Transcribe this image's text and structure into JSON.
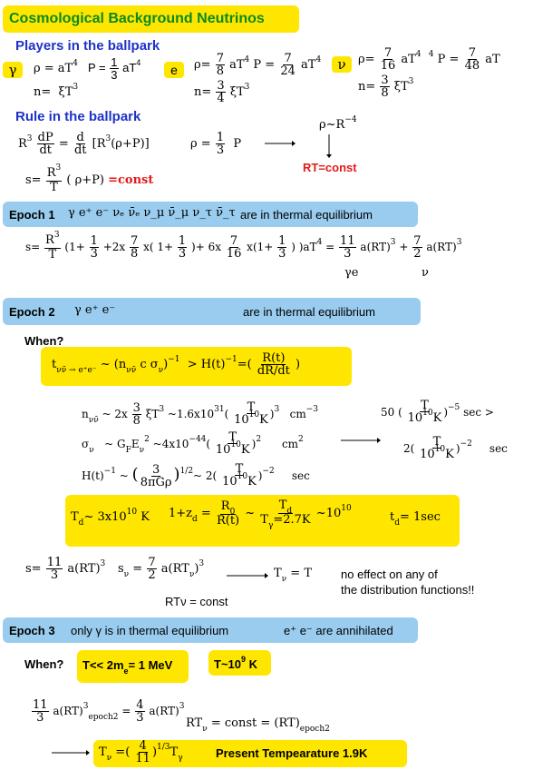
{
  "title": "Cosmological Background Neutrinos",
  "players_heading": "Players in the ballpark",
  "rule_heading": "Rule in the ballpark",
  "photon": {
    "symbol": "γ",
    "rho": "ρ = aT",
    "p": "P =",
    "frac_n": "1",
    "frac_d": "3",
    "aT": "aT",
    "n": "n=",
    "xi": "ξT"
  },
  "electron": {
    "symbol": "e",
    "rho": "ρ=",
    "rn": "7",
    "rd": "8",
    "aT": "aT",
    "p": "P =",
    "pn": "7",
    "pd": "24",
    "n": "n=",
    "nn": "3",
    "nd": "4",
    "xi": "ξT"
  },
  "neutrino": {
    "symbol": "ν",
    "rho": "ρ=",
    "rn": "7",
    "rd": "16",
    "aT": "aT",
    "p": "P =",
    "pn": "7",
    "pd": "48",
    "n": "n=",
    "nn": "3",
    "nd": "8",
    "xi": "ξT"
  },
  "rule": {
    "r3": "R",
    "dp": "dP",
    "dt": "dt",
    "eq": "=",
    "d": "d",
    "rest": "[R",
    "rest2": "(ρ+P)]",
    "rho": "ρ =",
    "one": "1",
    "three": "3",
    "p": "P",
    "rhoR": "ρ~R",
    "rtconst": "RT=const",
    "s_lhs": "s=",
    "s_n": "R",
    "s_d": "T",
    "s_rest": "( ρ+P)",
    "s_const": "=const"
  },
  "epoch1": {
    "label": "Epoch 1",
    "particles": "γ   e⁺ e⁻   νₑ ν̄ₑ   ν_μ ν̄_μ   ν_τ ν̄_τ",
    "status": "are in thermal equilibrium",
    "s_eq": "s=",
    "eq_body": "(1+",
    "eq_2": "+2x",
    "eq_3": "x( 1+",
    "eq_4": ")+ 6x",
    "eq_5": "x(1+",
    "eq_6": ") )aT",
    "eq_7": "=",
    "eq_8": "a(RT)",
    "eq_9": "+",
    "eq_10": "a(RT)",
    "ge": "γe",
    "nu": "ν"
  },
  "epoch2": {
    "label": "Epoch 2",
    "particles": "γ   e⁺ e⁻",
    "status": "are in thermal equilibrium",
    "when": "When?",
    "rate": "t",
    "rate_sub": "νν̄ → e⁺e⁻",
    "rate_eq": "~  (n",
    "rate_eq2": "c  σ",
    "rate_eq3": ")",
    "rate_gt": ">  H(t)",
    "rate_eq4": "=(",
    "rate_num": "R(t)",
    "rate_den": "dR/dt",
    "rate_close": ")",
    "n_line": "~ 2x",
    "n_3": "3",
    "n_8": "8",
    "n_xi": "ξT",
    "n_val": "~1.6x10",
    "n_T": "T",
    "n_10": "10",
    "n_K": "K",
    "n_unit": "cm",
    "n_unit_exp": "−3",
    "sigma_line": "~ G",
    "sigma_F": "F",
    "sigma_E": "E",
    "sigma_nu": "ν",
    "sigma_val": "~4x10",
    "sigma_exp": "−44",
    "sigma_unit": "cm",
    "H_line": "H(t)",
    "H_sim": "~",
    "H_3": "3",
    "H_8pg": "8πGρ",
    "H_val": "2(",
    "H_unit": "sec",
    "right_50": "50 (",
    "right_sec": "sec >",
    "right_2": "2(",
    "right_sec2": "sec",
    "td": "T",
    "td_sub": "d",
    "td_val": "~ 3x10",
    "td_K": "K",
    "zd": "1+z",
    "zd_sub": "d",
    "zd_eq": "=",
    "R0": "R",
    "Rt": "R(t)",
    "Td_n": "T",
    "Tg_d": "T",
    "Tg_val": "=2.7K",
    "tilde": "~",
    "tenten": "10",
    "tdsec": "t",
    "tdsec_val": "= 1sec",
    "s_eq": "s=",
    "s_11": "11",
    "s_3": "3",
    "s_rt": "a(RT)",
    "snu": "s",
    "snu_eq": "=",
    "snu_7": "7",
    "snu_2": "2",
    "snu_rt": "a(RT",
    "Tnu": "T",
    "Tnu_eq": "= T",
    "noeffect1": "no effect on any of",
    "noeffect2": "the distribution functions!!",
    "rtconst": "RTν = const"
  },
  "epoch3": {
    "label": "Epoch 3",
    "status1": "only γ  is in thermal equilibrium",
    "status2": "e⁺ e⁻ are annihilated",
    "when": "When?",
    "cond1": "T<< 2m",
    "cond1_sub": "e",
    "cond1_val": "= 1 MeV",
    "cond2": "T~10",
    "cond2_exp": "9",
    "cond2_val": " K",
    "eq_11": "11",
    "eq_3": "3",
    "eq_rt": "a(RT)",
    "eq_sub": "epoch2",
    "eq_eq": "=",
    "eq_4": "4",
    "eq_3b": "3",
    "eq_rt2": "a(RT)",
    "rt_line": "RT",
    "rt_line2": "= const  = (RT)",
    "rt_sub": "epoch2",
    "final_T": "T",
    "final_eq": "=(",
    "final_4": "4",
    "final_11": "11",
    "final_exp": "1/3",
    "final_Tg": ")",
    "present": "Present Tempearature 1.9K"
  }
}
